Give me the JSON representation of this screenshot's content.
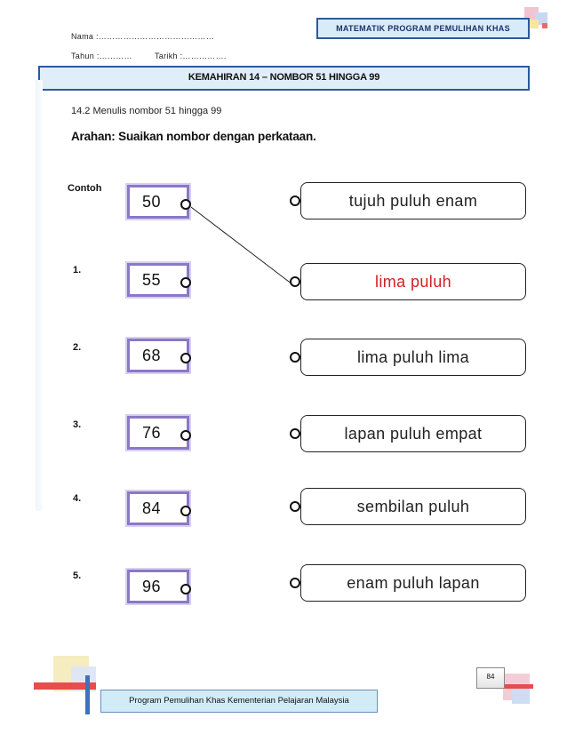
{
  "header": {
    "name_field": "Nama :……………………………………",
    "year_field": "Tahun :…………",
    "date_field": "Tarikh :…………….",
    "program_title": "MATEMATIK PROGRAM PEMULIHAN KHAS"
  },
  "title": "KEMAHIRAN 14 – NOMBOR 51 HINGGA 99",
  "subheading": "14.2   Menulis nombor 51 hingga 99",
  "instruction": "Arahan: Suaikan nombor dengan perkataan.",
  "rows": [
    {
      "label": "Contoh",
      "number": "50",
      "word": "tujuh puluh enam",
      "word_color": "#222222"
    },
    {
      "label": "1.",
      "number": "55",
      "word": "lima puluh",
      "word_color": "#d42020"
    },
    {
      "label": "2.",
      "number": "68",
      "word": "lima puluh lima",
      "word_color": "#222222"
    },
    {
      "label": "3.",
      "number": "76",
      "word": "lapan puluh empat",
      "word_color": "#222222"
    },
    {
      "label": "4.",
      "number": "84",
      "word": "sembilan puluh",
      "word_color": "#222222"
    },
    {
      "label": "5.",
      "number": "96",
      "word": "enam puluh lapan",
      "word_color": "#222222"
    }
  ],
  "page_number": "84",
  "footer": "Program  Pemulihan Khas Kementerian Pelajaran Malaysia"
}
